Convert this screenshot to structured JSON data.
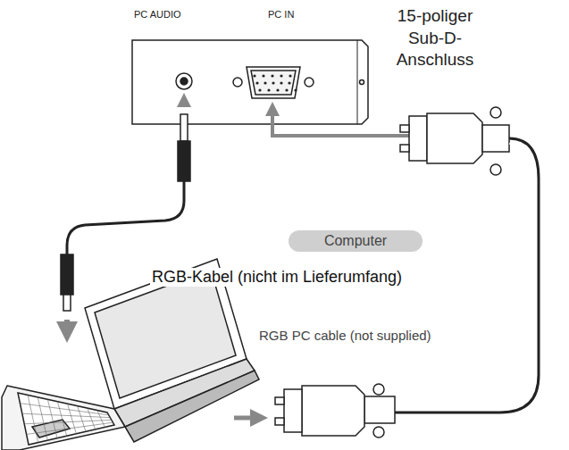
{
  "diagram": {
    "nodes": [
      {
        "text": [
          "Computer"
        ]
      }
    ],
    "labels": [
      "PC AUDIO",
      "PC IN",
      "15-poliger Sub-D-Anschluss",
      "RGB-Kabel (nicht im Lieferumfang)",
      "RGB PC cable (not supplied)"
    ]
  }
}
